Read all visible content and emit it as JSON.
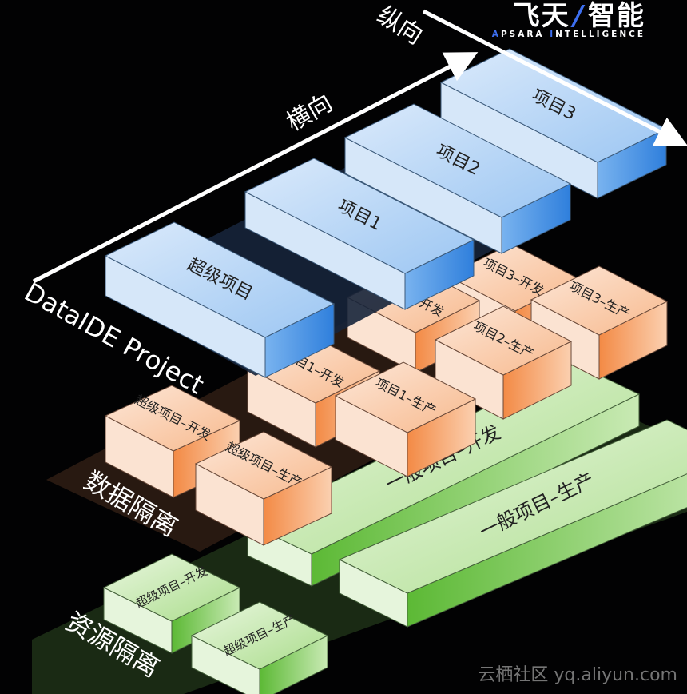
{
  "logo": {
    "cn_left": "飞天",
    "cn_right": "智能",
    "en_a": "A",
    "en_rest1": "PSARA ",
    "en_i": "I",
    "en_rest2": "NTELLIGENCE"
  },
  "axes": {
    "horizontal": "横向",
    "vertical": "纵向"
  },
  "layers": {
    "project": "DataIDE Project",
    "data_isolation": "数据隔离",
    "resource_isolation": "资源隔离"
  },
  "blue_boxes": [
    "项目3",
    "项目2",
    "项目1",
    "超级项目"
  ],
  "orange_boxes": [
    "项目3–开发",
    "项目3–生产",
    "项目2–开发",
    "项目2–生产",
    "项目1–开发",
    "项目1–生产",
    "超级项目–开发",
    "超级项目–生产"
  ],
  "green_boxes": [
    "一般项目–开发",
    "一般项目–生产",
    "超级项目–开发",
    "超级项目–生产"
  ],
  "watermark": "云栖社区 yq.aliyun.com",
  "colors": {
    "blue_right": "#3a8ae0",
    "orange_right": "#f59a5c",
    "green_right": "#62bd3e"
  }
}
